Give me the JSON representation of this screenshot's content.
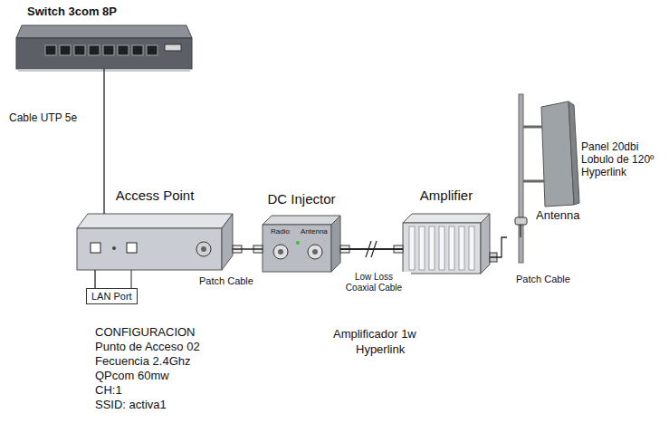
{
  "diagram": {
    "nodes": [
      {
        "text": [
          "Switch 3com 8P"
        ]
      },
      {
        "text": [
          "Access Point"
        ]
      },
      {
        "text": [
          "LAN Port"
        ]
      },
      {
        "text": [
          "DC Injector",
          "Radio",
          "Antenna"
        ]
      },
      {
        "text": [
          "Amplifier"
        ]
      },
      {
        "text": [
          "Panel 20dbi Lobulo de 120º Hyperlink"
        ]
      }
    ],
    "edges": [
      {
        "from": 0,
        "to": 1,
        "label": "Cable UTP 5e",
        "arrow": "none"
      },
      {
        "from": 1,
        "to": 3,
        "label": "Patch Cable",
        "arrow": "none"
      },
      {
        "from": 3,
        "to": 4,
        "label": "Low Loss Coaxial Cable",
        "arrow": "none"
      },
      {
        "from": 4,
        "to": 5,
        "label": "Patch Cable",
        "arrow": "none"
      },
      {
        "from": 2,
        "to": 1,
        "arrow": "none"
      }
    ],
    "labels": [
      "Antenna",
      "CONFIGURACION",
      "Punto de Acceso 02",
      "Fecuencia 2.4Ghz",
      "QPcom 60mw",
      "CH:1",
      "SSID: activa1",
      "Amplificador 1w",
      "Hyperlink"
    ]
  }
}
